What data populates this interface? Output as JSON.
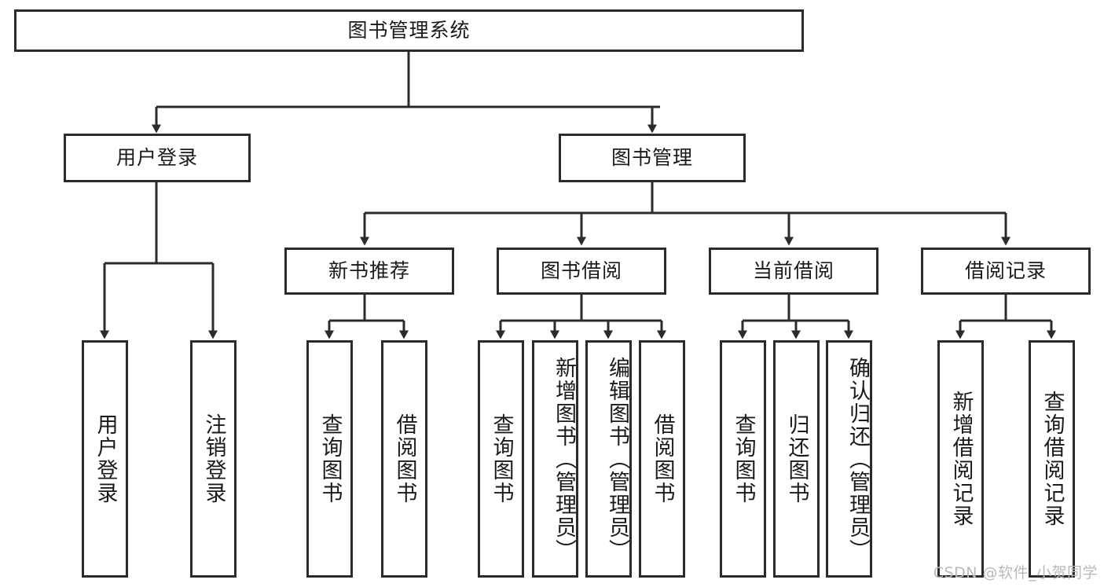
{
  "diagram": {
    "type": "tree-hierarchy",
    "title": "图书管理系统",
    "root": {
      "id": "root",
      "label": "图书管理系统",
      "orientation": "horizontal"
    },
    "level2": [
      {
        "id": "user-login",
        "label": "用户登录",
        "orientation": "horizontal"
      },
      {
        "id": "book-manage",
        "label": "图书管理",
        "orientation": "horizontal"
      }
    ],
    "level3": [
      {
        "id": "new-book-recommend",
        "label": "新书推荐",
        "orientation": "horizontal"
      },
      {
        "id": "book-borrow",
        "label": "图书借阅",
        "orientation": "horizontal"
      },
      {
        "id": "current-borrow",
        "label": "当前借阅",
        "orientation": "horizontal"
      },
      {
        "id": "borrow-record",
        "label": "借阅记录",
        "orientation": "horizontal"
      }
    ],
    "leaves": {
      "user_login": [
        {
          "id": "leaf-user-login",
          "label": "用户登录",
          "orientation": "vertical"
        },
        {
          "id": "leaf-logout",
          "label": "注销登录",
          "orientation": "vertical"
        }
      ],
      "new_book_recommend": [
        {
          "id": "leaf-query-book-1",
          "label": "查询图书",
          "orientation": "vertical"
        },
        {
          "id": "leaf-borrow-book-1",
          "label": "借阅图书",
          "orientation": "vertical"
        }
      ],
      "book_borrow": [
        {
          "id": "leaf-query-book-2",
          "label": "查询图书",
          "orientation": "vertical"
        },
        {
          "id": "leaf-add-book",
          "label": "新增图书（管理员）",
          "orientation": "vertical"
        },
        {
          "id": "leaf-edit-book",
          "label": "编辑图书（管理员）",
          "orientation": "vertical"
        },
        {
          "id": "leaf-borrow-book-2",
          "label": "借阅图书",
          "orientation": "vertical"
        }
      ],
      "current_borrow": [
        {
          "id": "leaf-query-book-3",
          "label": "查询图书",
          "orientation": "vertical"
        },
        {
          "id": "leaf-return-book",
          "label": "归还图书",
          "orientation": "vertical"
        },
        {
          "id": "leaf-confirm-return",
          "label": "确认归还（管理员）",
          "orientation": "vertical"
        }
      ],
      "borrow_record": [
        {
          "id": "leaf-add-record",
          "label": "新增借阅记录",
          "orientation": "vertical"
        },
        {
          "id": "leaf-query-record",
          "label": "查询借阅记录",
          "orientation": "vertical"
        }
      ]
    }
  },
  "colors": {
    "stroke": "#2b2b2b",
    "background": "#ffffff",
    "text": "#1a1a1a",
    "watermark": "#b9b9b9"
  },
  "watermark": {
    "text": "CSDN @软件_小贺同学"
  }
}
